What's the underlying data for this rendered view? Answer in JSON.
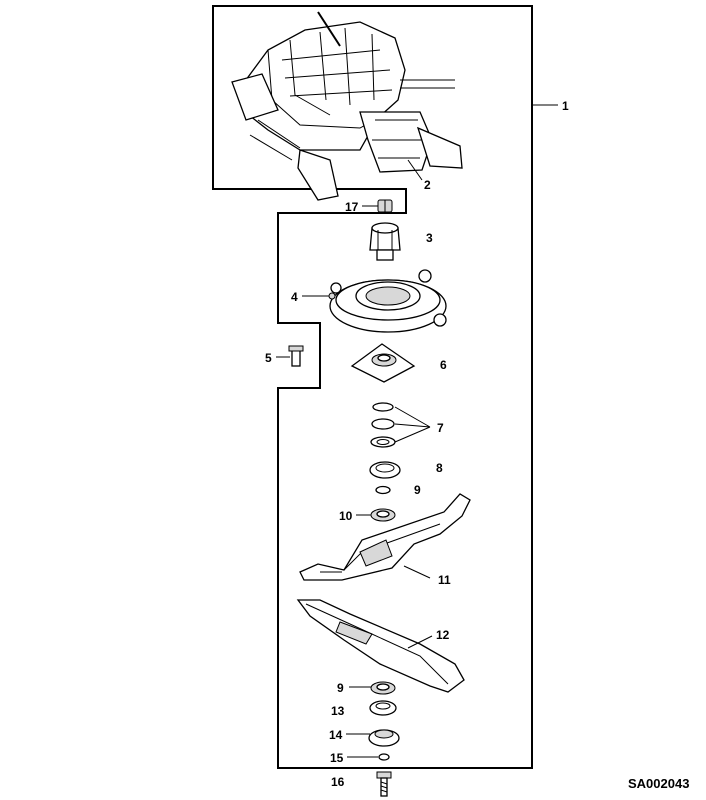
{
  "figure_code": "SA002043",
  "callouts": {
    "c1": "1",
    "c2": "2",
    "c3": "3",
    "c4": "4",
    "c5": "5",
    "c6": "6",
    "c7": "7",
    "c8": "8",
    "c9a": "9",
    "c10": "10",
    "c11": "11",
    "c12": "12",
    "c9b": "9",
    "c13": "13",
    "c14": "14",
    "c15": "15",
    "c16": "16",
    "c17": "17"
  }
}
